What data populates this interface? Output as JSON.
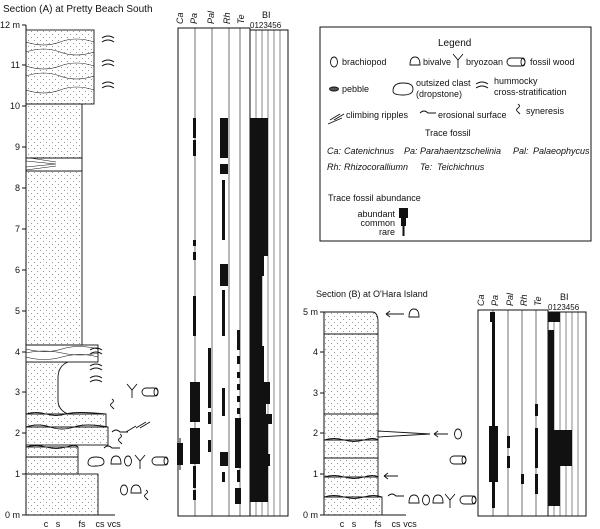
{
  "section_a": {
    "title": "Section (A) at Pretty Beach South",
    "depth_labels": [
      "0 m",
      "1",
      "2",
      "3",
      "4",
      "5",
      "6",
      "7",
      "8",
      "9",
      "10",
      "11",
      "12 m"
    ],
    "grain_labels": [
      "c",
      "s",
      "fs",
      "cs",
      "vcs"
    ]
  },
  "section_b": {
    "title": "Section (B) at O'Hara Island",
    "depth_labels": [
      "0 m",
      "1",
      "2",
      "3",
      "4",
      "5 m"
    ],
    "grain_labels": [
      "c",
      "s",
      "fs",
      "cs",
      "vcs"
    ]
  },
  "trace_columns": [
    "Ca",
    "Pa",
    "Pal",
    "Rh",
    "Te"
  ],
  "bi": {
    "title": "BI",
    "scale": "0123456"
  },
  "legend": {
    "title": "Legend",
    "items": {
      "brachiopod": "brachiopod",
      "bivalve": "bivalve",
      "bryozoan": "bryozoan",
      "fossil_wood": "fossil wood",
      "pebble": "pebble",
      "outsized_clast_1": "outsized clast",
      "outsized_clast_2": "(dropstone)",
      "hummocky_1": "hummocky",
      "hummocky_2": "cross-stratification",
      "climbing": "climbing ripples",
      "erosional": "erosional surface",
      "syneresis": "syneresis"
    },
    "trace_title": "Trace fossil",
    "trace_defs": {
      "ca_abbr": "Ca:",
      "ca_name": "Catenichnus",
      "pa_abbr": "Pa:",
      "pa_name": "Parahaentzschelinia",
      "pal_abbr": "Pal:",
      "pal_name": "Palaeophycus",
      "rh_abbr": "Rh:",
      "rh_name": "Rhizocoralliumn",
      "te_abbr": "Te:",
      "te_name": "Teichichnus"
    },
    "abundance_title": "Trace fossil abundance",
    "abundance_levels": [
      "abundant",
      "common",
      "rare"
    ]
  },
  "colors": {
    "ink": "#111111",
    "stipple": "#555555"
  }
}
